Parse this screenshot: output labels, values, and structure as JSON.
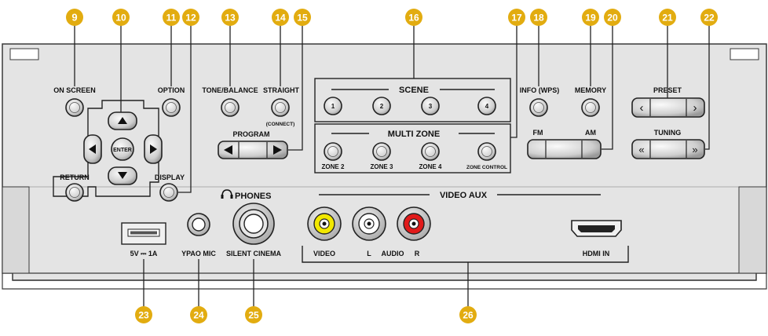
{
  "callouts": [
    {
      "num": "9"
    },
    {
      "num": "10"
    },
    {
      "num": "11"
    },
    {
      "num": "12"
    },
    {
      "num": "13"
    },
    {
      "num": "14"
    },
    {
      "num": "15"
    },
    {
      "num": "16"
    },
    {
      "num": "17"
    },
    {
      "num": "18"
    },
    {
      "num": "19"
    },
    {
      "num": "20"
    },
    {
      "num": "21"
    },
    {
      "num": "22"
    },
    {
      "num": "23"
    },
    {
      "num": "24"
    },
    {
      "num": "25"
    },
    {
      "num": "26"
    }
  ],
  "labels": {
    "on_screen": "ON SCREEN",
    "option": "OPTION",
    "enter": "ENTER",
    "return": "RETURN",
    "display": "DISPLAY",
    "tone_balance": "TONE/BALANCE",
    "straight": "STRAIGHT",
    "connect": "(CONNECT)",
    "program": "PROGRAM",
    "scene": "SCENE",
    "scene_1": "1",
    "scene_2": "2",
    "scene_3": "3",
    "scene_4": "4",
    "multi_zone": "MULTI ZONE",
    "zone_2": "ZONE 2",
    "zone_3": "ZONE 3",
    "zone_4": "ZONE 4",
    "zone_control": "ZONE CONTROL",
    "info_wps": "INFO (WPS)",
    "memory": "MEMORY",
    "fm": "FM",
    "am": "AM",
    "preset": "PRESET",
    "tuning": "TUNING",
    "preset_left": "‹",
    "preset_right": "›",
    "tuning_left": "«",
    "tuning_right": "»",
    "phones": "PHONES",
    "video_aux": "VIDEO AUX",
    "usb": "5V ⎓ 1A",
    "ypao_mic": "YPAO MIC",
    "silent_cinema": "SILENT CINEMA",
    "video": "VIDEO",
    "audio_l": "L",
    "audio": "AUDIO",
    "audio_r": "R",
    "hdmi_in": "HDMI IN"
  },
  "colors": {
    "callout": "#e2ac10",
    "panel": "#e4e4e4",
    "panel_edge": "#3a3a3a",
    "video_jack": "#f2e800",
    "audio_r_jack": "#e11a1a"
  }
}
